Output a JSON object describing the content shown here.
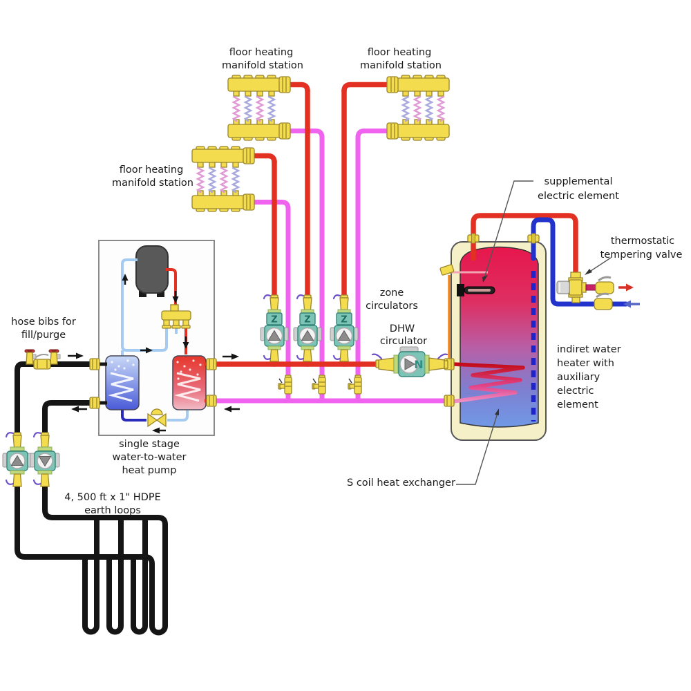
{
  "labels": {
    "manifold1": {
      "line1": "floor heating",
      "line2": "manifold station"
    },
    "manifold2": {
      "line1": "floor heating",
      "line2": "manifold station"
    },
    "manifold3": {
      "line1": "floor heating",
      "line2": "manifold station"
    },
    "supplemental": {
      "line1": "supplemental",
      "line2": "electric element"
    },
    "tempering": {
      "line1": "thermostatic",
      "line2": "tempering valve"
    },
    "zone_circulators": {
      "line1": "zone",
      "line2": "circulators"
    },
    "dhw_circulator": {
      "line1": "DHW",
      "line2": "circulator"
    },
    "hose_bibs": {
      "line1": "hose bibs for",
      "line2": "fill/purge"
    },
    "indirect_heater": {
      "line1": "indiret water",
      "line2": "heater with",
      "line3": "auxiliary",
      "line4": "electric",
      "line5": "element"
    },
    "heat_pump": {
      "line1": "single stage",
      "line2": "water-to-water",
      "line3": "heat pump"
    },
    "earth_loops": {
      "line1": "4, 500 ft x 1\" HDPE",
      "line2": "earth loops"
    },
    "s_coil": {
      "line1": "S coil heat exchanger"
    }
  },
  "components": {
    "zone_check_label": "Z",
    "dhw_check_label": "N"
  },
  "colors": {
    "supply_hot": "#E23023",
    "return_pink": "#EF63EF",
    "cold_water": "#2233CC",
    "refrigerant_suction": "#A6CBF0",
    "earth_loop": "#151515",
    "brass_fitting": "#F3DD4F",
    "pump_body": "#7CC4B6",
    "tank_shell": "#F6F0C8"
  }
}
